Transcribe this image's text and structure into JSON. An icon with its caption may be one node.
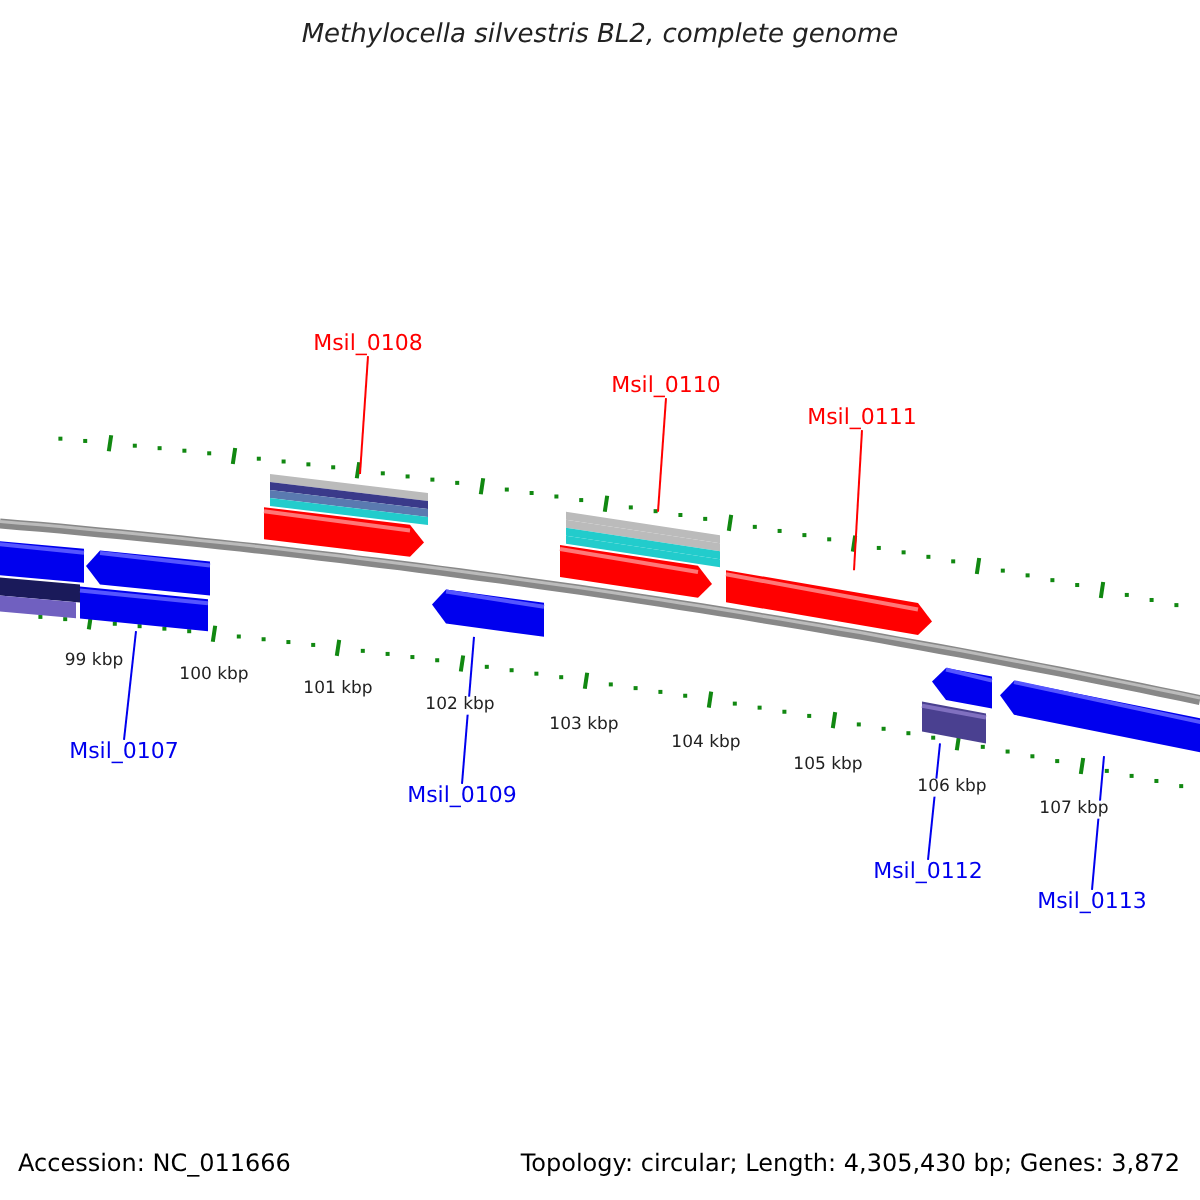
{
  "diagram": {
    "title": "Methylocella silvestris BL2, complete genome",
    "nodes": [
      {
        "text": [],
        "shape": "bar"
      },
      {
        "text": [
          "Msil_0108"
        ]
      },
      {
        "text": [],
        "shape": "bar"
      },
      {
        "text": [
          "Msil_0110"
        ]
      },
      {
        "text": [],
        "shape": "bar"
      },
      {
        "text": [
          "Msil_0111"
        ]
      },
      {
        "text": [],
        "shape": "bar"
      },
      {
        "text": [],
        "shape": "bar"
      },
      {
        "text": [
          "Msil_0107"
        ]
      },
      {
        "text": [],
        "shape": "bar"
      },
      {
        "text": [
          "Msil_0109"
        ]
      },
      {
        "text": [],
        "shape": "bar"
      },
      {
        "text": [
          "Msil_0112"
        ]
      },
      {
        "text": [],
        "shape": "bar"
      },
      {
        "text": [
          "Msil_0113"
        ]
      }
    ],
    "edges": [
      {
        "from": 1,
        "to": 2,
        "arrow": "none",
        "color": "#ff0000"
      },
      {
        "from": 3,
        "to": 4,
        "arrow": "none",
        "color": "#ff0000"
      },
      {
        "from": 5,
        "to": 6,
        "arrow": "none",
        "color": "#ff0000"
      },
      {
        "from": 8,
        "to": 7,
        "arrow": "none"
      },
      {
        "from": 10,
        "to": 9,
        "arrow": "none"
      },
      {
        "from": 12,
        "to": 11,
        "arrow": "none"
      },
      {
        "from": 14,
        "to": 13,
        "arrow": "none"
      }
    ],
    "labels": [
      "99 kbp",
      "100 kbp",
      "101 kbp",
      "102 kbp",
      "103 kbp",
      "104 kbp",
      "105 kbp",
      "106 kbp",
      "107 kbp",
      "Accession: NC_011666",
      "Topology: circular; Length: 4,305,430 bp; Genes: 3,872"
    ]
  }
}
